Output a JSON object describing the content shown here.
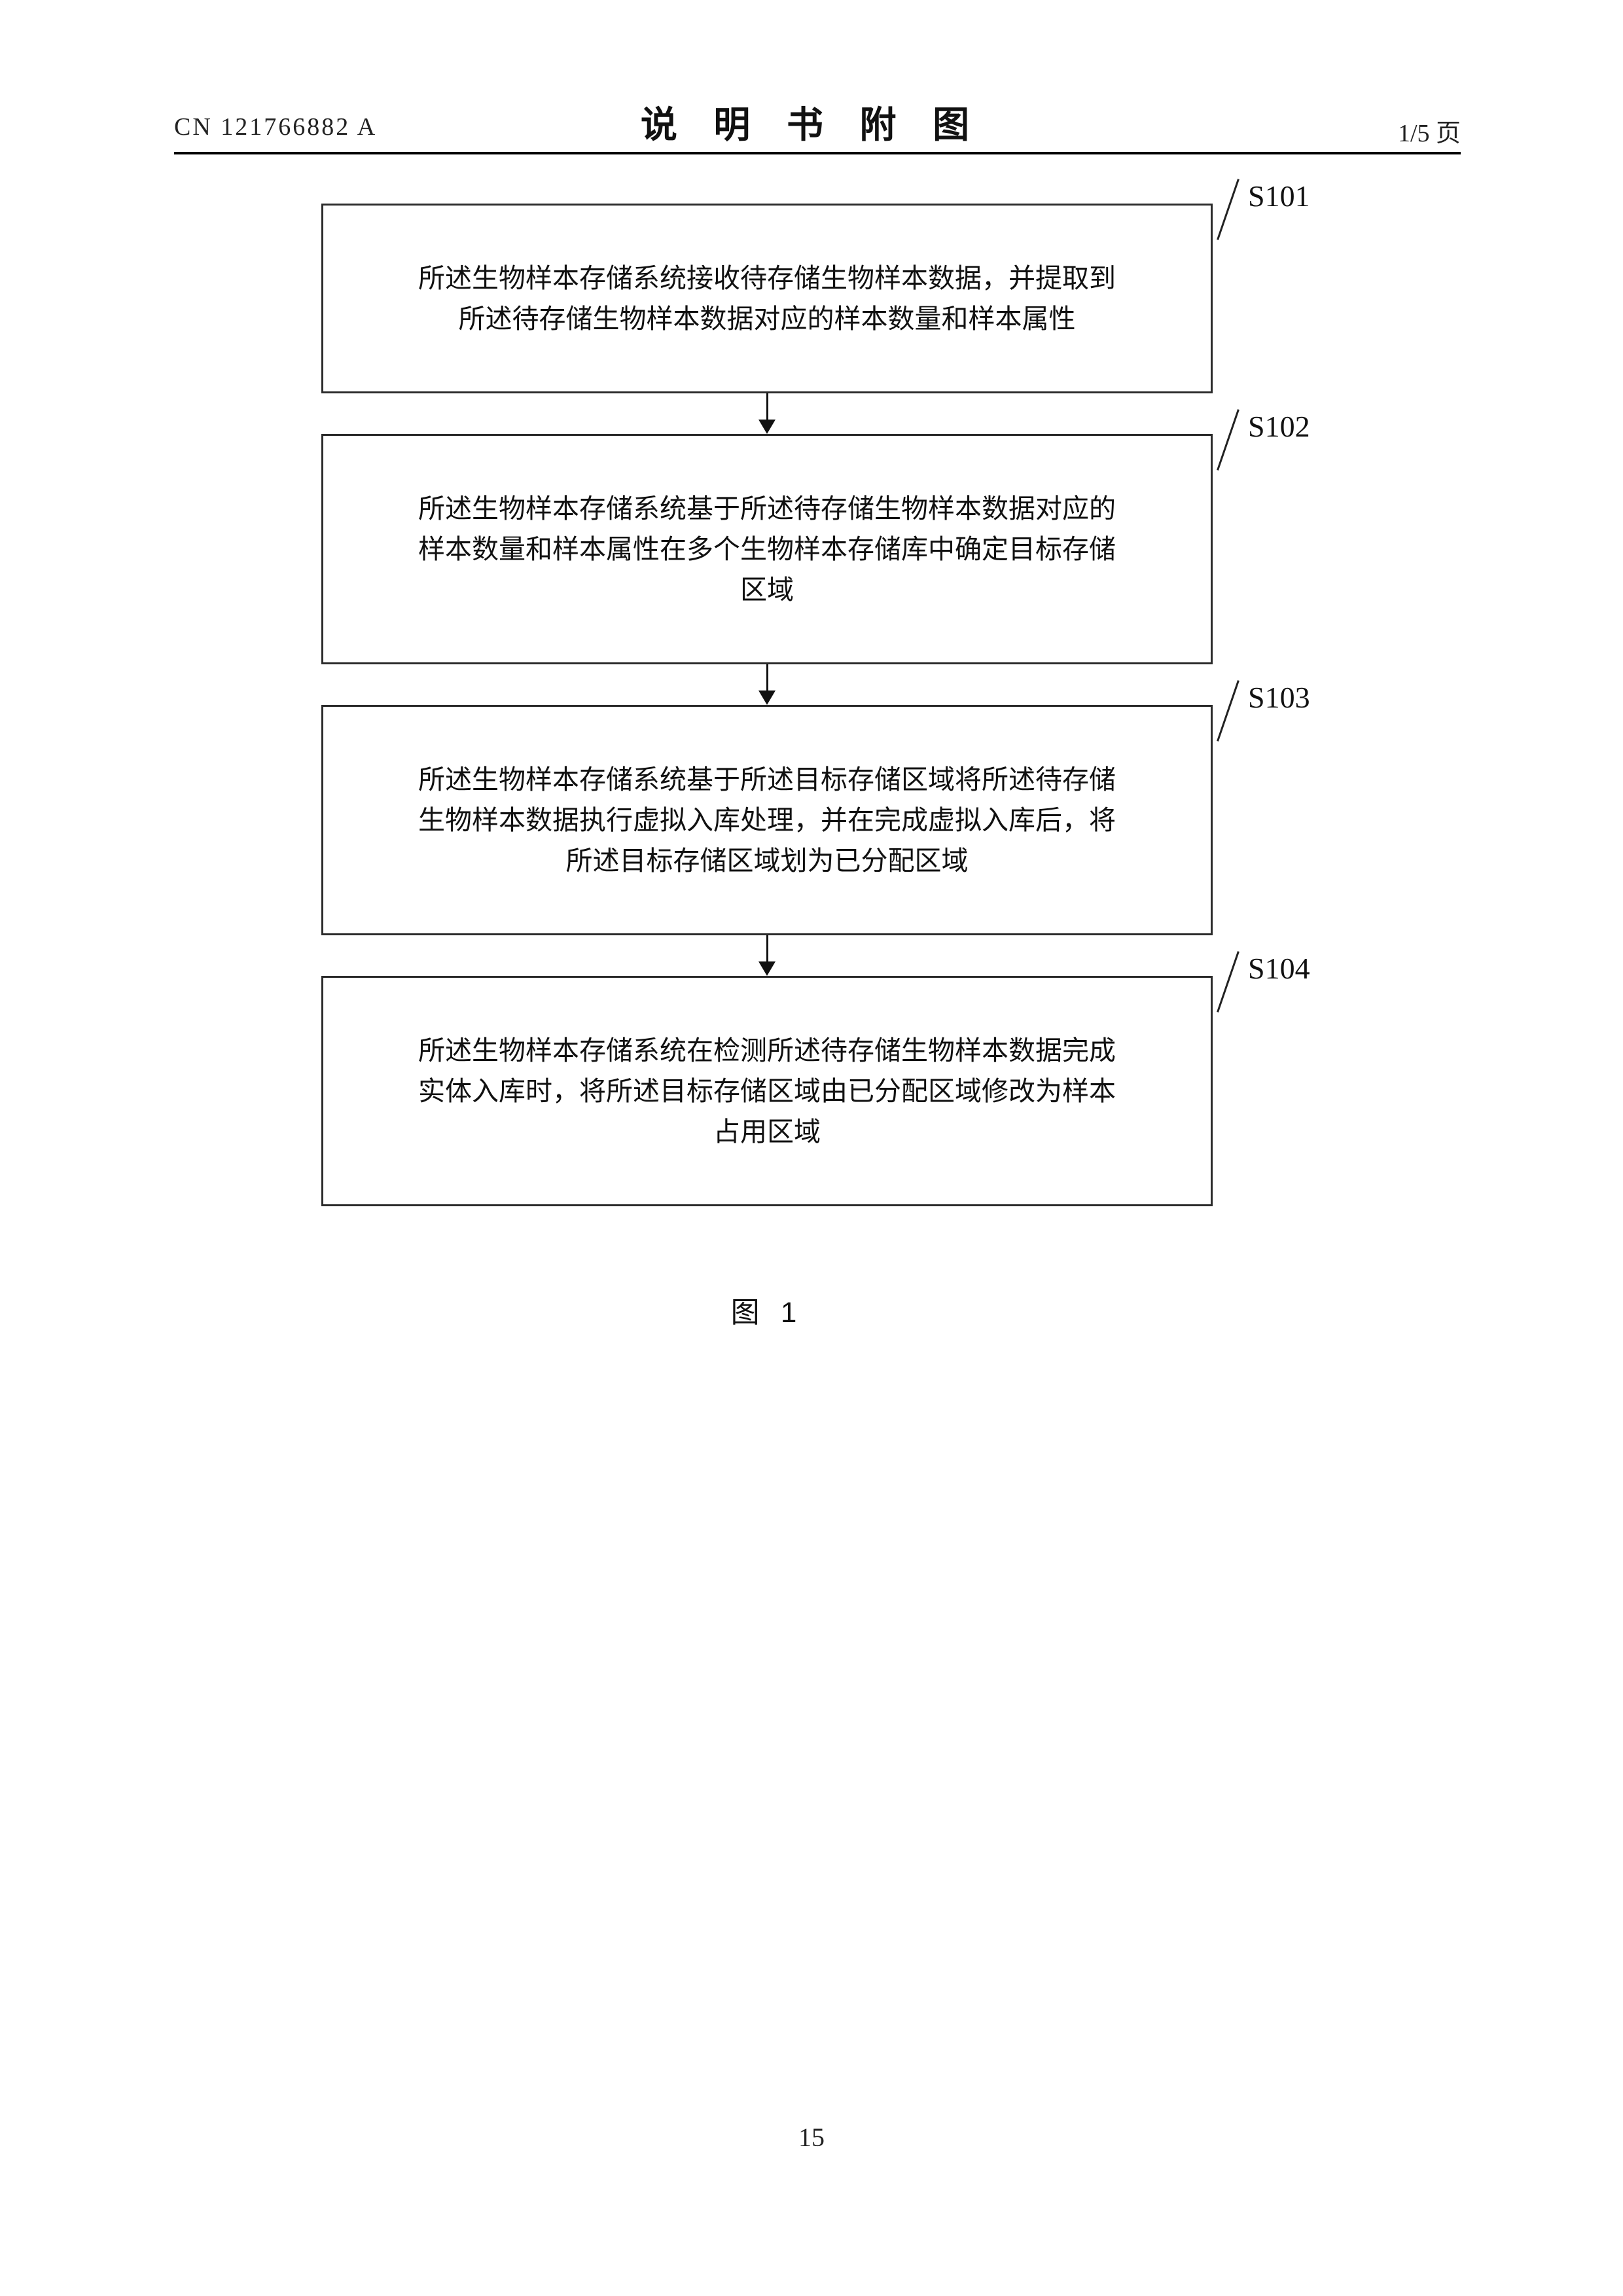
{
  "header": {
    "doc_number": "CN 121766882 A",
    "title": "说 明 书 附 图",
    "page_indicator": "1/5 页"
  },
  "flowchart": {
    "steps": [
      {
        "label": "S101",
        "text": "所述生物样本存储系统接收待存储生物样本数据，并提取到\n所述待存储生物样本数据对应的样本数量和样本属性"
      },
      {
        "label": "S102",
        "text": "所述生物样本存储系统基于所述待存储生物样本数据对应的\n样本数量和样本属性在多个生物样本存储库中确定目标存储\n区域"
      },
      {
        "label": "S103",
        "text": "所述生物样本存储系统基于所述目标存储区域将所述待存储\n生物样本数据执行虚拟入库处理，并在完成虚拟入库后，将\n所述目标存储区域划为已分配区域"
      },
      {
        "label": "S104",
        "text": "所述生物样本存储系统在检测所述待存储生物样本数据完成\n实体入库时，将所述目标存储区域由已分配区域修改为样本\n占用区域"
      }
    ],
    "caption": "图 1"
  },
  "footer": {
    "page_number": "15"
  }
}
